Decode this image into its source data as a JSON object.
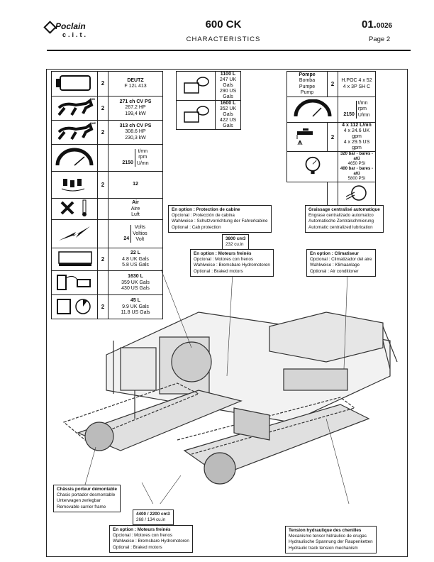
{
  "header": {
    "brand": "Poclain",
    "brand_sub": "c.i.t.",
    "model": "600 CK",
    "title": "CHARACTERISTICS",
    "ref_main": "01.",
    "ref_sub": "0026",
    "page": "Page 2"
  },
  "left_table": [
    {
      "icon": "engine-icon",
      "count": "2",
      "lines": [
        "DEUTZ",
        "F 12L 413"
      ]
    },
    {
      "icon": "horse-din-icon",
      "tag": "DIN",
      "count": "2",
      "lines": [
        "271 ch CV PS",
        "267.2 HP",
        "199,4 kW"
      ]
    },
    {
      "icon": "horse-sae-icon",
      "tag": "SAE",
      "count": "2",
      "lines": [
        "313 ch CV PS",
        "308.6 HP",
        "230,3 kW"
      ]
    },
    {
      "icon": "tachometer-icon",
      "count": "",
      "value": "2150",
      "lines": [
        "t/mn",
        "rpm",
        "U/mn"
      ]
    },
    {
      "icon": "cylinders-icon",
      "count": "2",
      "lines": [
        "12"
      ]
    },
    {
      "icon": "fan-thermometer-icon",
      "count": "",
      "lines": [
        "Air",
        "Aire",
        "Luft"
      ]
    },
    {
      "icon": "lightning-icon",
      "count": "",
      "value": "24",
      "lines": [
        "Volts",
        "Voltios",
        "Volt"
      ]
    },
    {
      "icon": "oil-sump-icon",
      "count": "2",
      "lines": [
        "22 L",
        "4.8 UK Gals",
        "5.8 US Gals"
      ]
    },
    {
      "icon": "fuel-pump-icon",
      "count": "",
      "lines": [
        "1630 L",
        "359 UK Gals",
        "430 US Gals"
      ]
    },
    {
      "icon": "jerrycan-clock-icon",
      "count": "2",
      "lines": [
        "45 L",
        "9.9 UK Gals",
        "11.8 US Gals"
      ]
    }
  ],
  "middle_table": [
    {
      "icon": "oil-barrel-icon",
      "lines": [
        "1100 L",
        "247 UK Gals",
        "290 US Gals"
      ]
    },
    {
      "icon": "hydraulic-tank-icon",
      "lines": [
        "1600 L",
        "352 UK Gals",
        "422 US Gals"
      ]
    }
  ],
  "right_table": {
    "pump_labels": [
      "Pompe",
      "Bomba",
      "Pumpe",
      "Pump"
    ],
    "pump_count": "2",
    "pump_lines": [
      "H.POC 4 x 52",
      "4 x 3P SH C"
    ],
    "rpm_value": "2150",
    "rpm_lines": [
      "t/mn",
      "rpm",
      "U/mn"
    ],
    "flow_count": "2",
    "flow_lines": [
      "4 x 112 L/mn",
      "4 x 24.6 UK gpm",
      "4 x 29.5 US gpm"
    ],
    "pressure_lines": [
      "320 bar - bares - atü",
      "4650 PSI",
      "400 bar - bares - atü",
      "5800 PSI"
    ]
  },
  "callouts": {
    "cab_protection": [
      "En option : Protection de cabine",
      "Opcional : Protección de cabina",
      "Wahlweise : Schutzvorrichtung der Fahrerkabine",
      "Optional : Cab protection"
    ],
    "lubrication": [
      "Graissage centralisé automatique",
      "Engrase centralizado automatico",
      "Automatische Zentralschmierung",
      "Automatic centralized lubrication"
    ],
    "swing_disp": [
      "3800 cm3",
      "232 cu.in"
    ],
    "swing_motors": [
      "En option : Moteurs freinés",
      "Opcional : Motores con frenos",
      "Wahlweise : Bremsbare Hydromotoren",
      "Optional : Braked motors"
    ],
    "air_conditioner": [
      "En option : Climatiseur",
      "Opcional : Climatizador del aire",
      "Wahlweise : Klimaanlage",
      "Optional : Air conditioner"
    ],
    "carrier_frame": [
      "Châssis porteur démontable",
      "Chasis portador desmontable",
      "Unterwagen zerlegbar",
      "Removable carrier frame"
    ],
    "travel_disp": [
      "4400 / 2200 cm3",
      "268 / 134 cu.in"
    ],
    "travel_motors": [
      "En option : Moteurs freinés",
      "Opcional : Motores con frenos",
      "Wahlweise : Bremsbare Hydromotoren",
      "Optional : Braked motors"
    ],
    "track_tension": [
      "Tension hydraulique des chenilles",
      "Mecanismo tensor hidráulico de orugas",
      "Hydraulische Spannung der Raupenketten",
      "Hydraulic track tension mechanism"
    ]
  }
}
